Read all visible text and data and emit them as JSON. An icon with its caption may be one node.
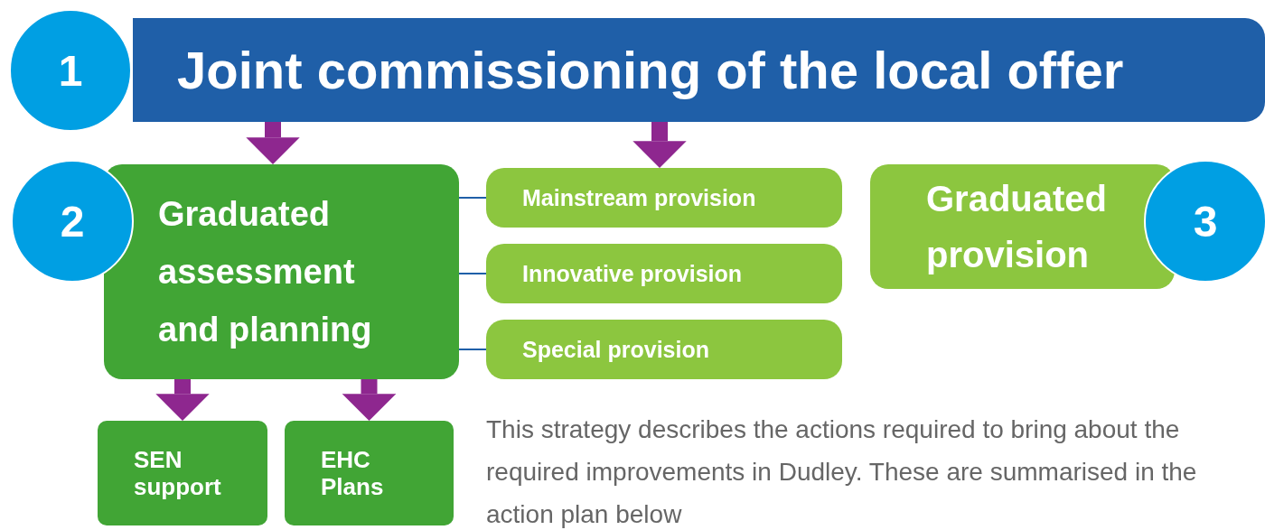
{
  "diagram": {
    "nodes": [
      {
        "text": [
          "1"
        ]
      },
      {
        "text": [
          "Joint commissioning of the local offer"
        ]
      },
      {
        "text": [
          "2"
        ]
      },
      {
        "text": [
          "Graduated assessment and planning"
        ]
      },
      {
        "text": [
          "Mainstream provision"
        ]
      },
      {
        "text": [
          "Innovative provision"
        ]
      },
      {
        "text": [
          "Special provision"
        ]
      },
      {
        "text": [
          "Graduated provision"
        ]
      },
      {
        "text": [
          "3"
        ]
      },
      {
        "text": [
          "SEN support"
        ]
      },
      {
        "text": [
          "EHC Plans"
        ]
      }
    ],
    "edges": [
      {
        "from": 1,
        "to": 3,
        "arrow": "to"
      },
      {
        "from": 1,
        "to": 4,
        "arrow": "to"
      },
      {
        "from": 3,
        "to": 4,
        "arrow": "none",
        "color": "#1f5fa8"
      },
      {
        "from": 3,
        "to": 5,
        "arrow": "none",
        "color": "#1f5fa8"
      },
      {
        "from": 3,
        "to": 6,
        "arrow": "none",
        "color": "#1f5fa8"
      },
      {
        "from": 3,
        "to": 9,
        "arrow": "to"
      },
      {
        "from": 3,
        "to": 10,
        "arrow": "to"
      }
    ],
    "labels": [
      "This strategy describes the actions required to bring about the required improvements in Dudley. These are summarised in the action plan below"
    ]
  }
}
